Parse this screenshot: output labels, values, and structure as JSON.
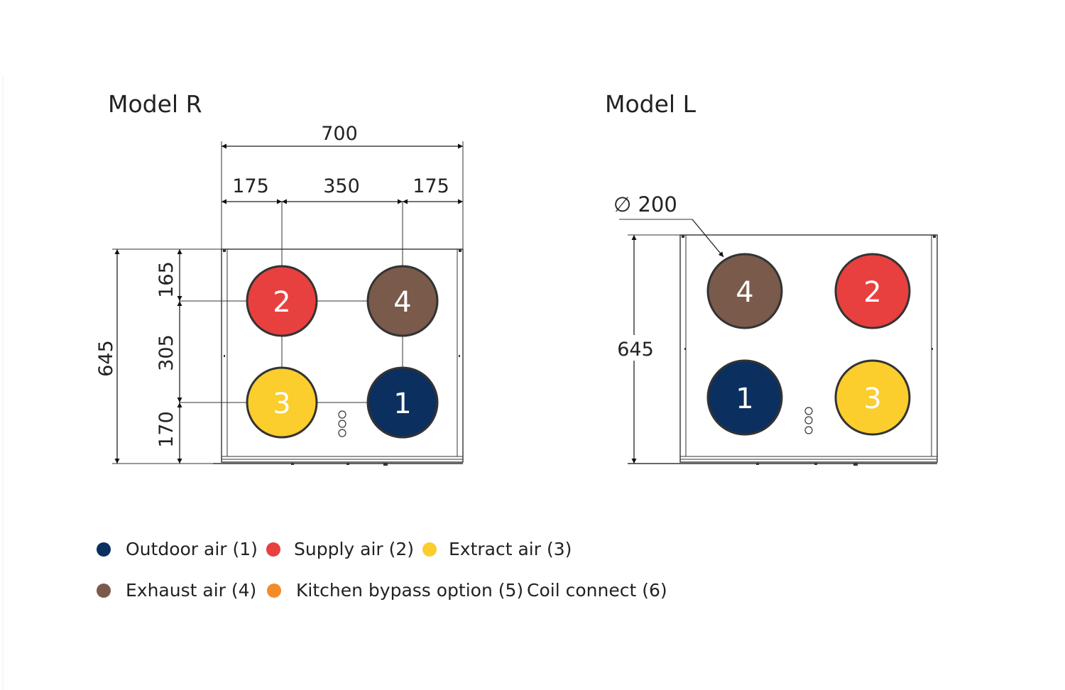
{
  "model_r": {
    "title": "Model R",
    "dims": {
      "width_total": "700",
      "left_offset": "175",
      "center_spacing": "350",
      "right_offset": "175",
      "height_total": "645",
      "top_offset": "165",
      "vertical_spacing": "305",
      "bottom_offset": "170"
    },
    "ports": [
      {
        "num": "2",
        "color": "#e8403f"
      },
      {
        "num": "4",
        "color": "#7a5a4b"
      },
      {
        "num": "3",
        "color": "#fbcd2d"
      },
      {
        "num": "1",
        "color": "#0b2f5f"
      }
    ]
  },
  "model_l": {
    "title": "Model L",
    "dims": {
      "height_total": "645",
      "diameter": "∅ 200"
    },
    "ports": [
      {
        "num": "4",
        "color": "#7a5a4b"
      },
      {
        "num": "2",
        "color": "#e8403f"
      },
      {
        "num": "1",
        "color": "#0b2f5f"
      },
      {
        "num": "3",
        "color": "#fbcd2d"
      }
    ]
  },
  "legend": [
    {
      "label": "Outdoor air (1)",
      "color": "#0b2f5f"
    },
    {
      "label": "Supply air (2)",
      "color": "#e8403f"
    },
    {
      "label": "Extract air (3)",
      "color": "#fbcd2d"
    },
    {
      "label": "Exhaust air (4)",
      "color": "#7a5a4b"
    },
    {
      "label": "Kitchen bypass option (5)",
      "color": "#f28c28"
    },
    {
      "label": "Coil connect  (6)",
      "color": ""
    }
  ]
}
